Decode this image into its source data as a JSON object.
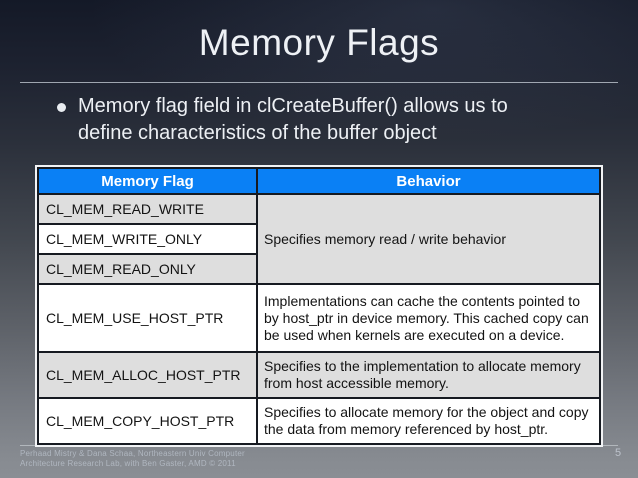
{
  "slide_title": "Memory Flags",
  "bullet_text": "Memory flag field in clCreateBuffer() allows us to define characteristics of the buffer object",
  "table": {
    "col_headers": [
      "Memory Flag",
      "Behavior"
    ],
    "flags": [
      "CL_MEM_READ_WRITE",
      "CL_MEM_WRITE_ONLY",
      "CL_MEM_READ_ONLY",
      "CL_MEM_USE_HOST_PTR",
      "CL_MEM_ALLOC_HOST_PTR",
      "CL_MEM_COPY_HOST_PTR"
    ],
    "behaviors": {
      "read_write_group": "Specifies memory read / write behavior",
      "use_host_ptr": "Implementations can cache the contents pointed to by host_ptr in device memory. This cached copy can be used when kernels are executed on a device.",
      "alloc_host_ptr": "Specifies to the implementation to allocate memory from host accessible memory.",
      "copy_host_ptr": "Specifies to allocate memory for the object and copy the data from memory referenced by host_ptr."
    }
  },
  "footer": {
    "credit_line1": "Perhaad Mistry & Dana Schaa, Northeastern Univ Computer",
    "credit_line2": "Architecture Research Lab, with Ben Gaster, AMD © 2011",
    "page_number": "5"
  },
  "colors": {
    "header_blue": "#0a80f5",
    "row_gray": "#dedede",
    "row_white": "#ffffff",
    "bg_top": "#141927",
    "bg_bottom": "#8a8e94",
    "title_text": "#eef1f5",
    "table_border": "#161a21",
    "table_outer_border": "#f2f3f5"
  }
}
